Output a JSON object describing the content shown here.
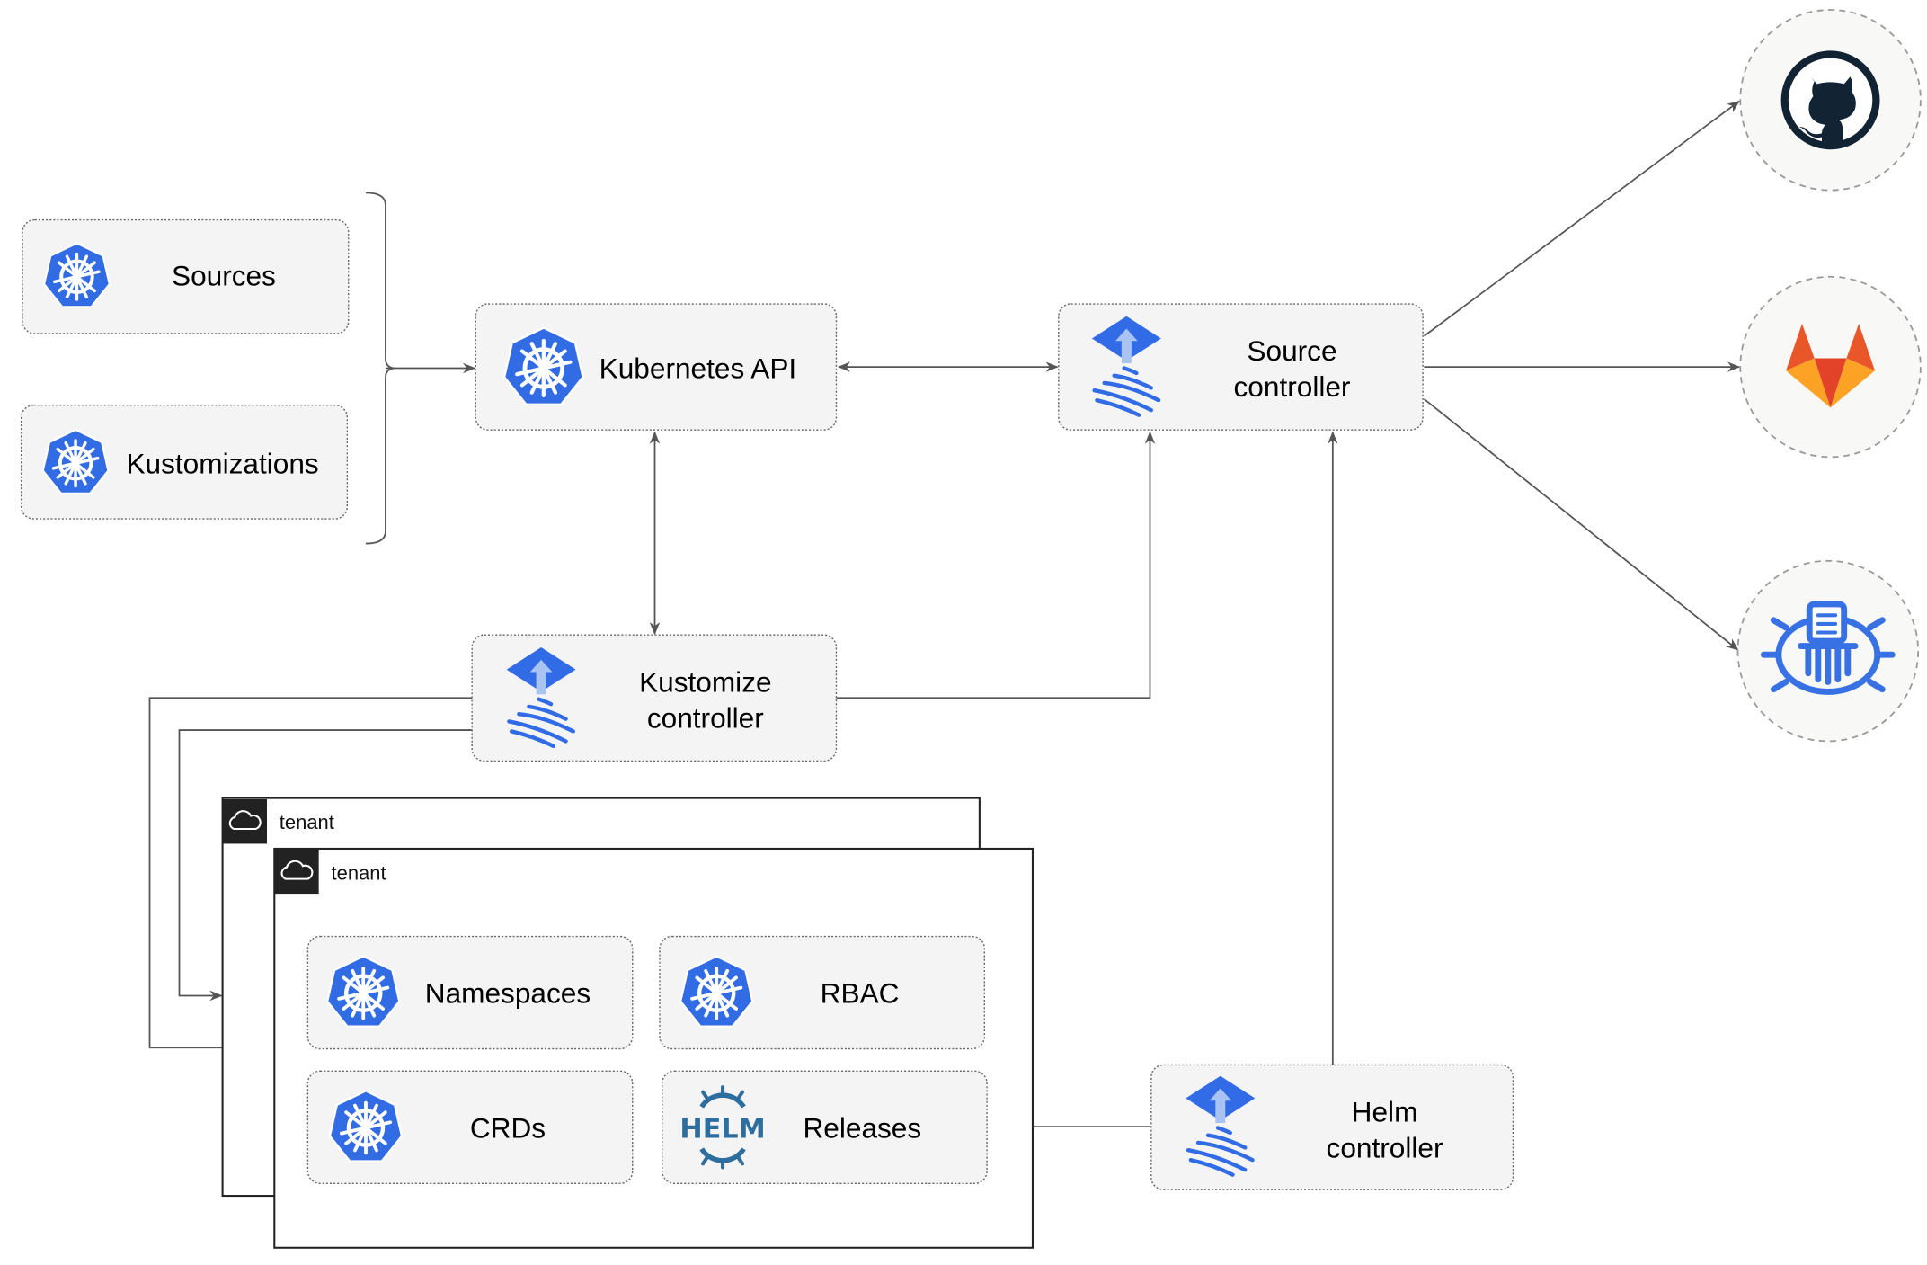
{
  "colors": {
    "k8s_blue": "#326ce5",
    "flux_blue": "#316ce6",
    "github_dark": "#122333",
    "gitlab_orange": "#e8562a",
    "gitlab_yellow": "#fca326",
    "helm_blue": "#2e6e9e",
    "edge": "#555555"
  },
  "inputs": [
    {
      "label": "Sources",
      "icon": "kubernetes-icon"
    },
    {
      "label": "Kustomizations",
      "icon": "kubernetes-icon"
    }
  ],
  "k8s_api": {
    "label": "Kubernetes API",
    "icon": "kubernetes-icon"
  },
  "source_controller": {
    "line1": "Source",
    "line2": "controller",
    "icon": "flux-icon"
  },
  "kustomize_controller": {
    "line1": "Kustomize",
    "line2": "controller",
    "icon": "flux-icon"
  },
  "helm_controller": {
    "line1": "Helm",
    "line2": "controller",
    "icon": "flux-icon"
  },
  "external_sources": [
    {
      "icon": "github-icon"
    },
    {
      "icon": "gitlab-icon"
    },
    {
      "icon": "harbor-icon"
    }
  ],
  "tenants": [
    {
      "label": "tenant",
      "icon": "cloud-icon"
    },
    {
      "label": "tenant",
      "icon": "cloud-icon"
    }
  ],
  "tenant_resources": [
    {
      "label": "Namespaces",
      "icon": "kubernetes-icon"
    },
    {
      "label": "RBAC",
      "icon": "kubernetes-icon"
    },
    {
      "label": "CRDs",
      "icon": "kubernetes-icon"
    },
    {
      "label": "Releases",
      "icon": "helm-icon",
      "icon_text": "HELM"
    }
  ]
}
